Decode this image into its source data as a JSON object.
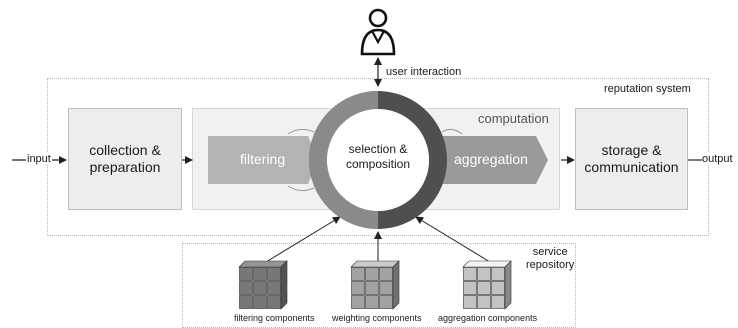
{
  "user_interaction_label": "user interaction",
  "reputation_system_label": "reputation system",
  "computation_label": "computation",
  "input_label": "input",
  "output_label": "output",
  "collection_label": "collection &\npreparation",
  "filtering_label": "filtering",
  "selection_label": "selection &\ncomposition",
  "aggregation_label": "aggregation",
  "storage_label": "storage &\ncommunication",
  "service_repository_label": "service\nrepository",
  "components": [
    {
      "label": "filtering components",
      "color": "#777777"
    },
    {
      "label": "weighting components",
      "color": "#a2a2a2"
    },
    {
      "label": "aggregation components",
      "color": "#c3c3c3"
    }
  ],
  "colors": {
    "ring_light": "#8a8a8a",
    "ring_dark": "#4f4f4f",
    "filtering_arrow": "#b3b3b3",
    "aggregation_arrow": "#9a9a9a",
    "box_fill": "#ededed"
  }
}
